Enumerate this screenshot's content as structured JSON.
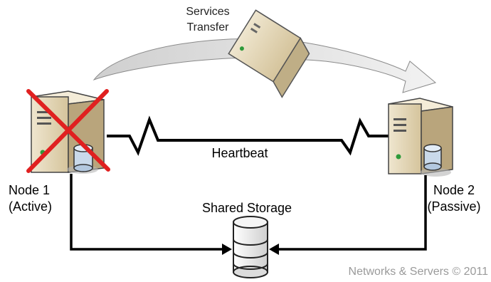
{
  "diagram": {
    "services_transfer": "Services\nTransfer",
    "heartbeat": "Heartbeat",
    "node1": {
      "name": "Node 1",
      "role": "(Active)",
      "failed": true
    },
    "node2": {
      "name": "Node 2",
      "role": "(Passive)"
    },
    "shared_storage": "Shared Storage",
    "copyright": "Networks & Servers © 2011"
  },
  "colors": {
    "server_light": "#f4ecd8",
    "server_mid": "#d9c9a4",
    "server_dark": "#a8946a",
    "disk": "#c9d9ea",
    "failure_x": "#e02020",
    "arrow_gray": "#c8c8c8"
  },
  "icons": [
    "server-icon",
    "database-icon",
    "disk-icon",
    "failure-x-icon",
    "transfer-arrow-icon"
  ]
}
